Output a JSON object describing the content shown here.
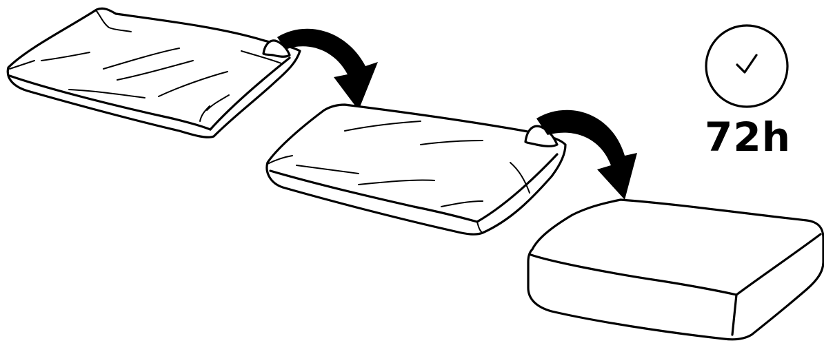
{
  "instruction": {
    "wait_time_label": "72h",
    "steps": [
      {
        "id": "compressed-cushion",
        "icon": "compressed-cushion-icon"
      },
      {
        "id": "expanding-cushion",
        "icon": "expanding-cushion-icon"
      },
      {
        "id": "expanded-cushion",
        "icon": "expanded-cushion-icon"
      }
    ],
    "timer_icon": "clock-icon",
    "colors": {
      "ink": "#000000",
      "background": "#ffffff"
    }
  }
}
